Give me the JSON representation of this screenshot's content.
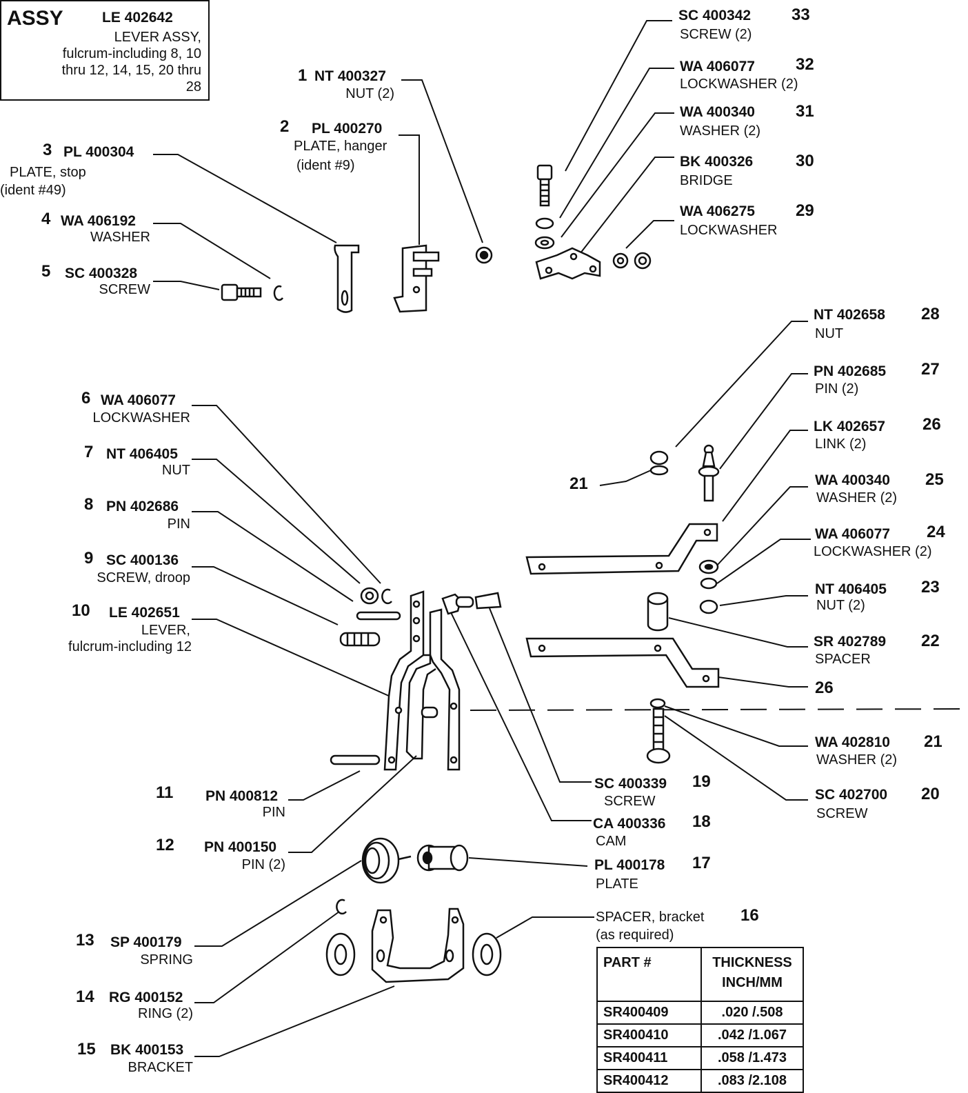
{
  "assembly": {
    "tag": "ASSY",
    "code": "LE 402642",
    "desc_lines": [
      "LEVER ASSY,",
      "fulcrum-including 8, 10",
      "thru 12, 14, 15, 20 thru",
      "28"
    ]
  },
  "parts": [
    {
      "num": "1",
      "code": "NT 400327",
      "desc": "NUT (2)"
    },
    {
      "num": "2",
      "code": "PL 400270",
      "desc": "PLATE, hanger",
      "desc2": "(ident #9)"
    },
    {
      "num": "3",
      "code": "PL 400304",
      "desc": "PLATE, stop",
      "desc2": "(ident #49)"
    },
    {
      "num": "4",
      "code": "WA 406192",
      "desc": "WASHER"
    },
    {
      "num": "5",
      "code": "SC 400328",
      "desc": "SCREW"
    },
    {
      "num": "6",
      "code": "WA 406077",
      "desc": "LOCKWASHER"
    },
    {
      "num": "7",
      "code": "NT 406405",
      "desc": "NUT"
    },
    {
      "num": "8",
      "code": "PN 402686",
      "desc": "PIN"
    },
    {
      "num": "9",
      "code": "SC 400136",
      "desc": "SCREW, droop"
    },
    {
      "num": "10",
      "code": "LE 402651",
      "desc": "LEVER,",
      "desc2": "fulcrum-including 12"
    },
    {
      "num": "11",
      "code": "PN 400812",
      "desc": "PIN"
    },
    {
      "num": "12",
      "code": "PN 400150",
      "desc": "PIN (2)"
    },
    {
      "num": "13",
      "code": "SP 400179",
      "desc": "SPRING"
    },
    {
      "num": "14",
      "code": "RG 400152",
      "desc": "RING (2)"
    },
    {
      "num": "15",
      "code": "BK 400153",
      "desc": "BRACKET"
    },
    {
      "num": "16",
      "code": "",
      "desc": "SPACER, bracket",
      "desc2": "(as required)"
    },
    {
      "num": "17",
      "code": "PL 400178",
      "desc": "PLATE"
    },
    {
      "num": "18",
      "code": "CA 400336",
      "desc": "CAM"
    },
    {
      "num": "19",
      "code": "SC 400339",
      "desc": "SCREW"
    },
    {
      "num": "20",
      "code": "SC 402700",
      "desc": "SCREW"
    },
    {
      "num": "21",
      "code": "WA 402810",
      "desc": "WASHER (2)"
    },
    {
      "num": "22",
      "code": "SR 402789",
      "desc": "SPACER"
    },
    {
      "num": "23",
      "code": "NT 406405",
      "desc": "NUT (2)"
    },
    {
      "num": "24",
      "code": "WA 406077",
      "desc": "LOCKWASHER (2)"
    },
    {
      "num": "25",
      "code": "WA 400340",
      "desc": "WASHER (2)"
    },
    {
      "num": "26",
      "code": "LK 402657",
      "desc": "LINK (2)"
    },
    {
      "num": "27",
      "code": "PN 402685",
      "desc": "PIN (2)"
    },
    {
      "num": "28",
      "code": "NT 402658",
      "desc": "NUT"
    },
    {
      "num": "29",
      "code": "WA 406275",
      "desc": "LOCKWASHER"
    },
    {
      "num": "30",
      "code": "BK 400326",
      "desc": "BRIDGE"
    },
    {
      "num": "31",
      "code": "WA 400340",
      "desc": "WASHER (2)"
    },
    {
      "num": "32",
      "code": "WA 406077",
      "desc": "LOCKWASHER (2)"
    },
    {
      "num": "33",
      "code": "SC 400342",
      "desc": "SCREW (2)"
    }
  ],
  "callouts": {
    "ref_21": "21",
    "ref_26": "26"
  },
  "spacer_table": {
    "headers": [
      "PART #",
      "THICKNESS",
      "INCH/MM"
    ],
    "rows": [
      [
        "SR400409",
        ".020 /.508"
      ],
      [
        "SR400410",
        ".042 /1.067"
      ],
      [
        "SR400411",
        ".058 /1.473"
      ],
      [
        "SR400412",
        ".083 /2.108"
      ]
    ]
  }
}
